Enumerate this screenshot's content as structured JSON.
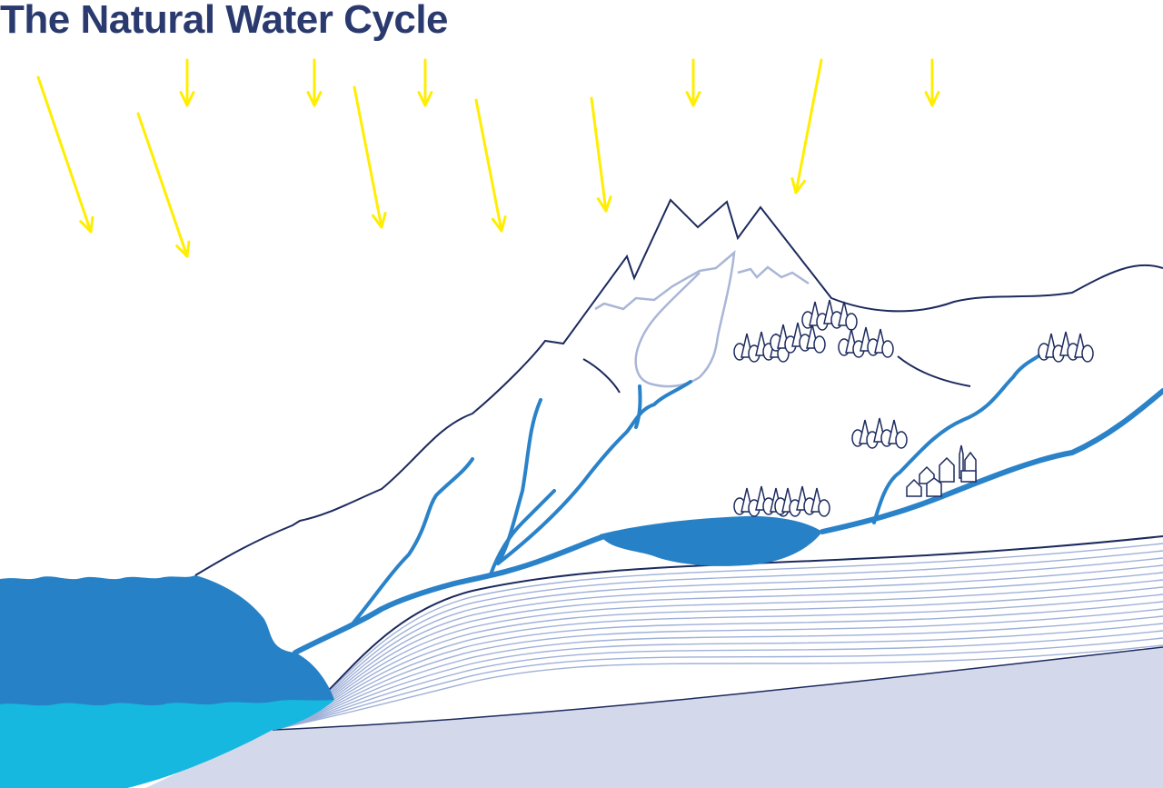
{
  "title": "The Natural Water Cycle",
  "colors": {
    "title": "#2a3a6e",
    "sun_rays": "#ffee00",
    "outline": "#1c2a5e",
    "ocean_dark": "#2781c7",
    "ocean_light": "#16b8e0",
    "river": "#2a82c9",
    "snow_line": "#a9b6d6",
    "groundwater_lines": "#9fb0d8",
    "bedrock": "#d3d9eb"
  },
  "elements": {
    "sun_rays": "incoming sunlight",
    "ocean": "ocean",
    "mountain": "mountain",
    "snowcap": "glacier",
    "lake": "lake",
    "rivers": "rivers",
    "forests": "forests",
    "village": "village",
    "groundwater": "groundwater layers",
    "bedrock": "bedrock"
  }
}
